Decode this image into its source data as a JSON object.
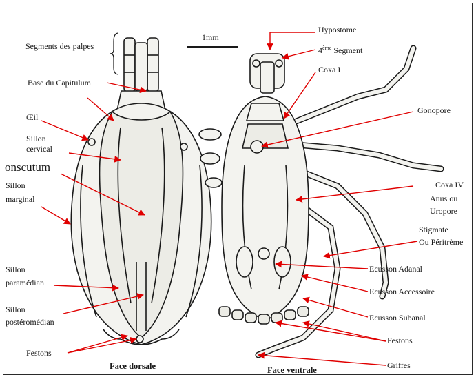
{
  "scale_bar": "1mm",
  "views": {
    "dorsal": "Face dorsale",
    "ventral": "Face ventrale"
  },
  "left_labels": {
    "segments_palpes": "Segments des palpes",
    "base_capitulum": "Base du Capitulum",
    "oeil": "Œil",
    "sillon_cervical_1": "Sillon",
    "sillon_cervical_2": "cervical",
    "conscutum": "onscutum",
    "sillon_marginal_1": "Sillon",
    "sillon_marginal_2": "marginal",
    "sillon_paramedian_1": "Sillon",
    "sillon_paramedian_2": "paramédian",
    "sillon_posteromedian_1": "Sillon",
    "sillon_posteromedian_2": "postéromédian",
    "festons": "Festons"
  },
  "right_labels": {
    "hypostome": "Hypostome",
    "segment_4": "4",
    "segment_4_sup": "ème",
    "segment_4_rest": " Segment",
    "coxa_1": "Coxa I",
    "gonopore": "Gonopore",
    "coxa_4": "Coxa IV",
    "anus_1": "Anus ou",
    "anus_2": "Uropore",
    "stigmate_1": "Stigmate",
    "stigmate_2": "Ou Péritrème",
    "ecusson_adanal": "Ecusson Adanal",
    "ecusson_accessoire": "Ecusson Accessoire",
    "ecusson_subanal": "Ecusson Subanal",
    "festons": "Festons",
    "griffes": "Griffes"
  },
  "colors": {
    "arrow": "#e00000",
    "ink": "#1a1a1a",
    "body_fill": "#f3f3ef"
  }
}
